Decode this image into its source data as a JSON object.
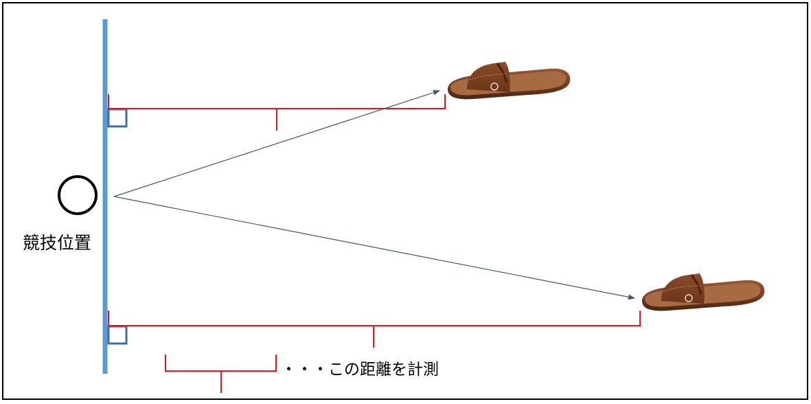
{
  "diagram": {
    "position_label": "競技位置",
    "legend_label": "・・・この距離を計測",
    "origin_marker": "circle-mark",
    "objects": [
      "slipper",
      "slipper"
    ]
  },
  "colors": {
    "baseline": "#5b9bd5",
    "bracket": "#e8141c",
    "square": "#3a6ea5",
    "arrow": "#44546a",
    "slipper_main": "#8a4a28",
    "slipper_dark": "#5a2c16",
    "frame": "#000000"
  }
}
